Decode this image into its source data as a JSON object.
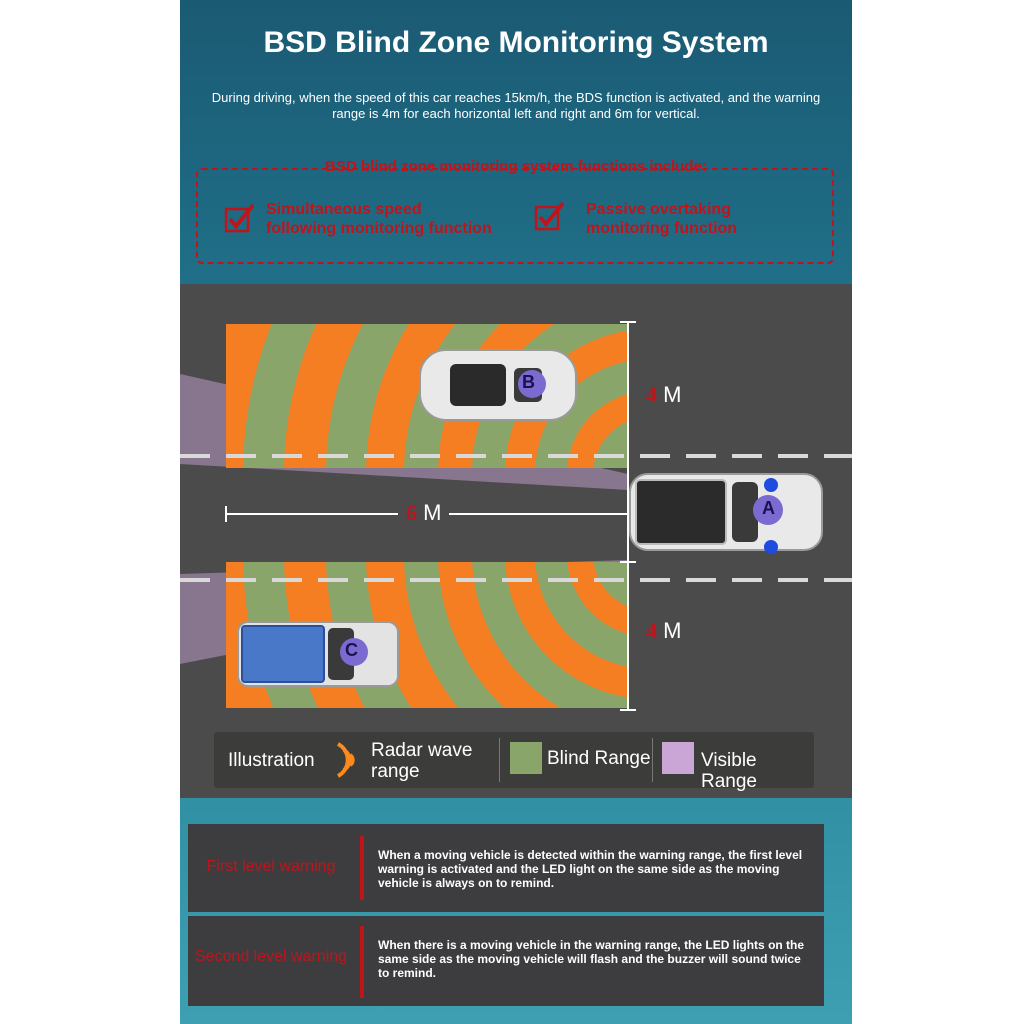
{
  "header": {
    "title": "BSD Blind Zone Monitoring System",
    "intro": "During driving, when the speed of this car reaches 15km/h, the BDS function is activated, and the warning range is 4m for each horizontal left and right and 6m for vertical."
  },
  "functions": {
    "title": "BSD blind zone monitoring system functions include:",
    "items": [
      {
        "line1": "Simultaneous speed",
        "line2": "following monitoring function"
      },
      {
        "line1": "Passive overtaking",
        "line2": "monitoring function"
      }
    ]
  },
  "diagram": {
    "top_range": {
      "number": "4",
      "unit": "M"
    },
    "length_range": {
      "number": "6",
      "unit": "M"
    },
    "bottom_range": {
      "number": "4",
      "unit": "M"
    },
    "car_labels": {
      "a": "A",
      "b": "B",
      "c": "C"
    }
  },
  "legend": {
    "illustration": "Illustration",
    "radar": "Radar wave range",
    "blind": "Blind Range",
    "visible": "Visible Range"
  },
  "warnings": [
    {
      "label": "First level warning",
      "text": "When a moving vehicle is detected within the warning range, the first level warning is activated and the LED light on the same side as the moving vehicle is always on to remind."
    },
    {
      "label": "Second level warning",
      "text": "When there is a moving vehicle in the warning range, the LED lights on the same side as the moving vehicle will flash and the buzzer will sound twice to remind."
    }
  ],
  "colors": {
    "accent_red": "#c0141b",
    "radar_orange": "#ff7a1a",
    "blind_green": "#8aa56a",
    "visible_purple": "#c9a6d6"
  }
}
